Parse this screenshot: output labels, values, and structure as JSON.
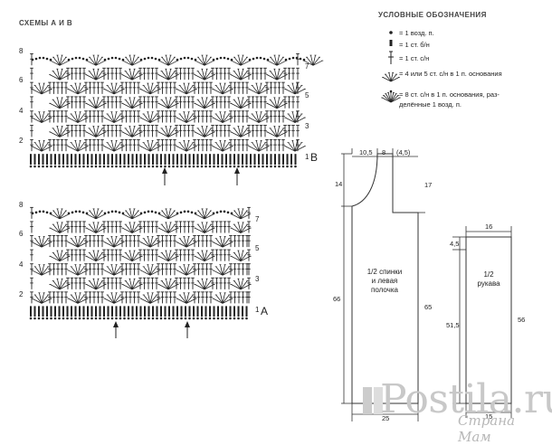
{
  "charts": {
    "title": "СХЕМЫ А И В",
    "chart_b": {
      "label": "B",
      "row_numbers_left": [
        "8",
        "6",
        "4",
        "2"
      ],
      "row_numbers_right": [
        "7",
        "5",
        "3",
        "1"
      ]
    },
    "chart_a": {
      "label": "A",
      "row_numbers_left": [
        "8",
        "6",
        "4",
        "2"
      ],
      "row_numbers_right": [
        "7",
        "5",
        "3",
        "1"
      ]
    }
  },
  "legend": {
    "title": "УСЛОВНЫЕ ОБОЗНАЧЕНИЯ",
    "items": [
      {
        "symbol": "dot",
        "text": "= 1 возд. п."
      },
      {
        "symbol": "bar",
        "text": "= 1 ст. б/н"
      },
      {
        "symbol": "cross",
        "text": "= 1 ст. с/н"
      },
      {
        "symbol": "fan",
        "text": "= 4 или 5 ст. с/н в 1 п. основания"
      },
      {
        "symbol": "fan8",
        "text": "= 8 ст. с/н в 1 п. основания, раз-"
      },
      {
        "symbol": "none",
        "text": "делённые 1 возд. п."
      }
    ]
  },
  "pattern_body": {
    "label_lines": [
      "1/2 спинки",
      "и левая",
      "полочка"
    ],
    "dims": {
      "top_left": "10,5",
      "top_mid": "8",
      "top_right": "(4,5)",
      "left_upper": "14",
      "right_upper": "17",
      "left_total": "66",
      "right_lower": "65",
      "bottom": "25"
    }
  },
  "pattern_sleeve": {
    "label_lines": [
      "1/2",
      "рукава"
    ],
    "dims": {
      "top": "16",
      "left_upper": "4,5",
      "left_lower": "51,5",
      "right": "56",
      "bottom": "15"
    }
  },
  "watermark": {
    "main": "Postila.ru",
    "sub": "Страна Мам"
  }
}
